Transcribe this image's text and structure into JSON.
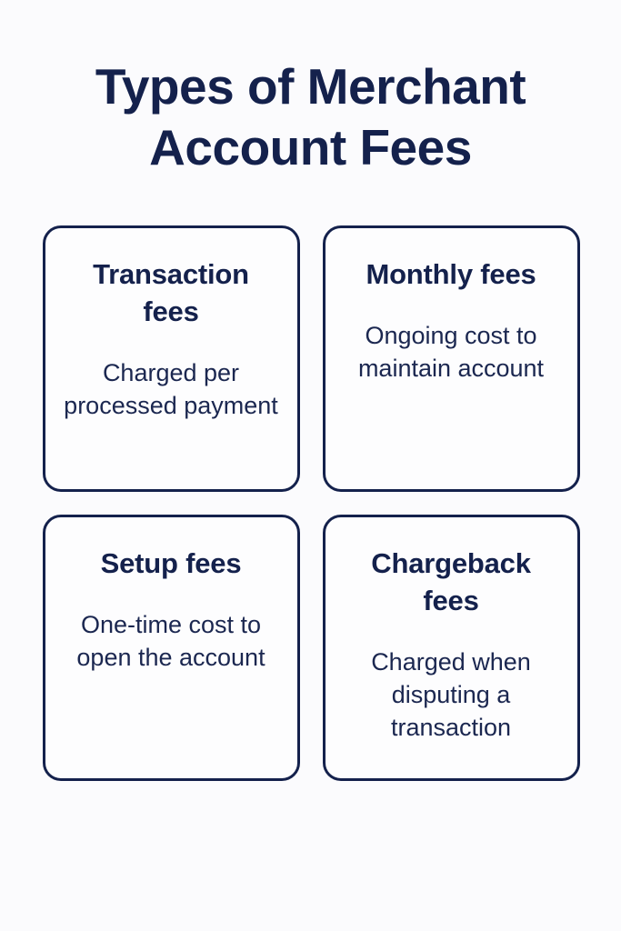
{
  "colors": {
    "background": "#fbfbfd",
    "navy": "#14214c",
    "card_fill": "#fdfdfe",
    "body_text": "#1b2750"
  },
  "header": {
    "title": "Types of Merchant Account Fees"
  },
  "cards": [
    {
      "heading": "Transaction fees",
      "body": "Charged per processed payment"
    },
    {
      "heading": "Monthly fees",
      "body": "Ongoing cost to maintain account"
    },
    {
      "heading": "Setup fees",
      "body": "One-time cost to open the account"
    },
    {
      "heading": "Chargeback fees",
      "body": "Charged when disputing a transaction"
    }
  ]
}
